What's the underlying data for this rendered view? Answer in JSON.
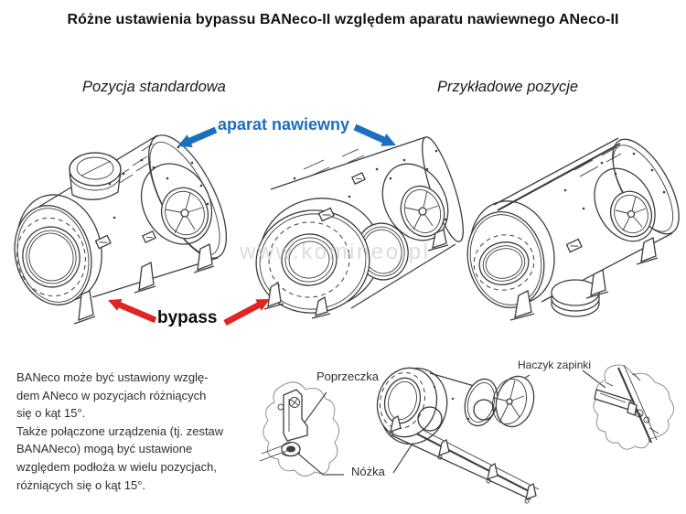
{
  "page": {
    "title": "Różne ustawienia bypassu BANeco-II względem aparatu nawiewnego ANeco-II"
  },
  "columns": {
    "left_heading": "Pozycja standardowa",
    "right_heading": "Przykładowe pozycje"
  },
  "callouts": {
    "supply_label": "aparat nawiewny",
    "supply_color": "#1b6fbf",
    "bypass_label": "bypass",
    "bypass_arrow_color": "#e02421"
  },
  "watermark": {
    "text": "www.komineo.pl"
  },
  "description": {
    "text": "BANeco może być ustawiony wzglę-\ndem ANeco w pozycjach różniących\nsię o kąt 15°.\nTakże połączone urządzenia (tj. zestaw\nBANANeco) mogą być ustawione\nwzględem podłoża w wielu pozycjach,\nróżniących się o kąt 15°."
  },
  "detail": {
    "crossbar_label": "Poprzeczka",
    "hook_label": "Haczyk zapinki",
    "foot_label": "Nóżka"
  }
}
